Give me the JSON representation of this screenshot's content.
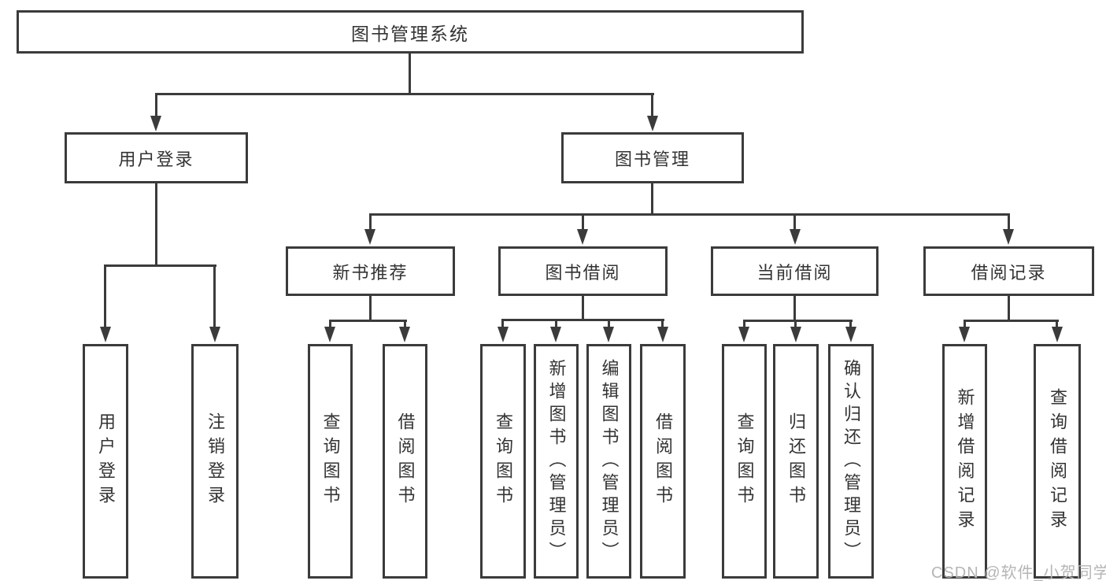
{
  "diagram": {
    "root": {
      "label": "图书管理系统"
    },
    "level2": [
      {
        "label": "用户登录"
      },
      {
        "label": "图书管理"
      }
    ],
    "level3": [
      {
        "label": "新书推荐"
      },
      {
        "label": "图书借阅"
      },
      {
        "label": "当前借阅"
      },
      {
        "label": "借阅记录"
      }
    ],
    "leaves": {
      "user_login": [
        "用户登录",
        "注销登录"
      ],
      "new_books": [
        "查询图书",
        "借阅图书"
      ],
      "book_borrow": [
        "查询图书",
        "新增图书（管理员）",
        "编辑图书（管理员）",
        "借阅图书"
      ],
      "current_borrow": [
        "查询图书",
        "归还图书",
        "确认归还（管理员）"
      ],
      "borrow_records": [
        "新增借阅记录",
        "查询借阅记录"
      ]
    },
    "colors": {
      "line": "#3b3b3b",
      "text": "#333333",
      "watermark": "#b5b5b5",
      "background": "#ffffff"
    }
  },
  "watermark": {
    "text": "CSDN @软件_小贺同学"
  }
}
